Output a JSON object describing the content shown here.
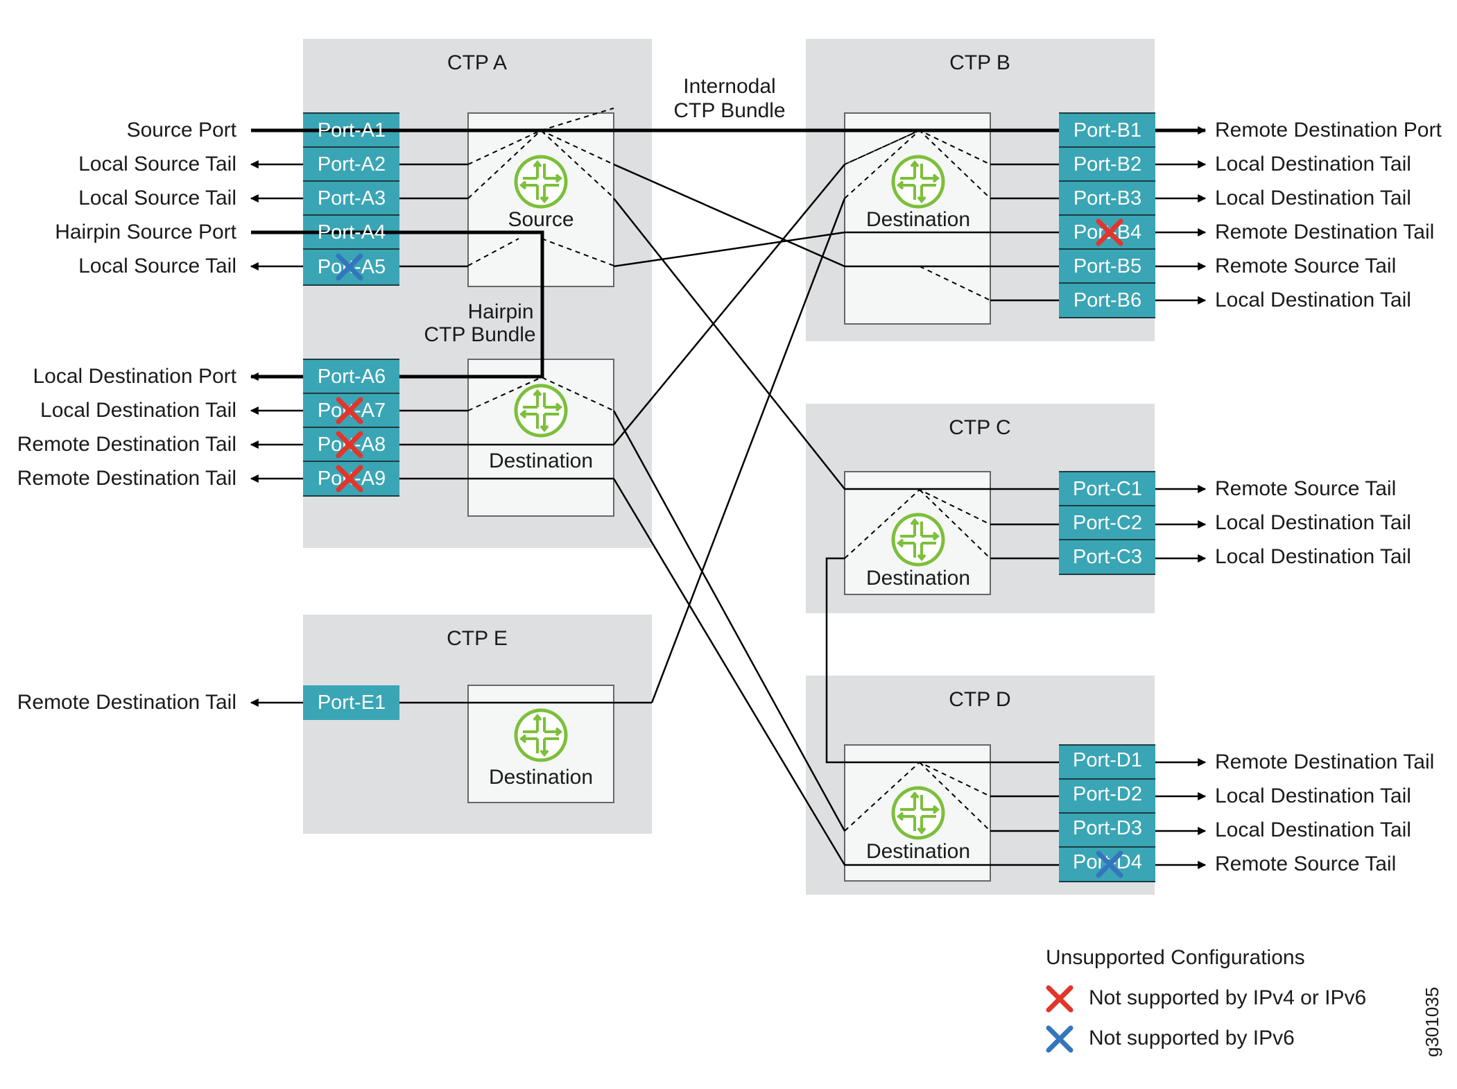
{
  "colors": {
    "ctp_box": "#dedfe1",
    "node_box": "#f5f6f6",
    "port_fill": "#3aa5b5",
    "router_icon": "#7cbf3a",
    "x_red": "#e2352b",
    "x_blue": "#3476bd",
    "line": "#000000"
  },
  "ctps": {
    "a": {
      "title": "CTP A"
    },
    "b": {
      "title": "CTP B"
    },
    "c": {
      "title": "CTP C"
    },
    "d": {
      "title": "CTP D"
    },
    "e": {
      "title": "CTP E"
    }
  },
  "nodes": {
    "a_source": {
      "label": "Source"
    },
    "a_dest": {
      "label": "Destination"
    },
    "b_dest": {
      "label": "Destination"
    },
    "c_dest": {
      "label": "Destination"
    },
    "d_dest": {
      "label": "Destination"
    },
    "e_dest": {
      "label": "Destination"
    }
  },
  "bundles": {
    "internodal": {
      "line1": "Internodal",
      "line2": "CTP Bundle"
    },
    "hairpin": {
      "line1": "Hairpin",
      "line2": "CTP Bundle"
    }
  },
  "ports": {
    "a1": {
      "name": "Port-A1",
      "label": "Source Port"
    },
    "a2": {
      "name": "Port-A2",
      "label": "Local Source Tail"
    },
    "a3": {
      "name": "Port-A3",
      "label": "Local Source Tail"
    },
    "a4": {
      "name": "Port-A4",
      "label": "Hairpin Source Port"
    },
    "a5": {
      "name": "Port-A5",
      "label": "Local Source Tail",
      "unsupported": "ipv6"
    },
    "a6": {
      "name": "Port-A6",
      "label": "Local Destination Port"
    },
    "a7": {
      "name": "Port-A7",
      "label": "Local Destination Tail",
      "unsupported": "ipv4-ipv6"
    },
    "a8": {
      "name": "Port-A8",
      "label": "Remote Destination Tail",
      "unsupported": "ipv4-ipv6"
    },
    "a9": {
      "name": "Port-A9",
      "label": "Remote Destination Tail",
      "unsupported": "ipv4-ipv6"
    },
    "e1": {
      "name": "Port-E1",
      "label": "Remote Destination Tail"
    },
    "b1": {
      "name": "Port-B1",
      "label": "Remote Destination Port"
    },
    "b2": {
      "name": "Port-B2",
      "label": "Local Destination Tail"
    },
    "b3": {
      "name": "Port-B3",
      "label": "Local Destination Tail"
    },
    "b4": {
      "name": "Port-B4",
      "label": "Remote Destination Tail",
      "unsupported": "ipv4-ipv6"
    },
    "b5": {
      "name": "Port-B5",
      "label": "Remote Source Tail"
    },
    "b6": {
      "name": "Port-B6",
      "label": "Local Destination Tail"
    },
    "c1": {
      "name": "Port-C1",
      "label": "Remote Source Tail"
    },
    "c2": {
      "name": "Port-C2",
      "label": "Local Destination Tail"
    },
    "c3": {
      "name": "Port-C3",
      "label": "Local Destination Tail"
    },
    "d1": {
      "name": "Port-D1",
      "label": "Remote Destination Tail"
    },
    "d2": {
      "name": "Port-D2",
      "label": "Local Destination Tail"
    },
    "d3": {
      "name": "Port-D3",
      "label": "Local Destination Tail"
    },
    "d4": {
      "name": "Port-D4",
      "label": "Remote Source Tail",
      "unsupported": "ipv6"
    }
  },
  "legend": {
    "title": "Unsupported Configurations",
    "red": "Not supported by IPv4 or IPv6",
    "blue": "Not supported by IPv6"
  },
  "figure_id": "g301035"
}
